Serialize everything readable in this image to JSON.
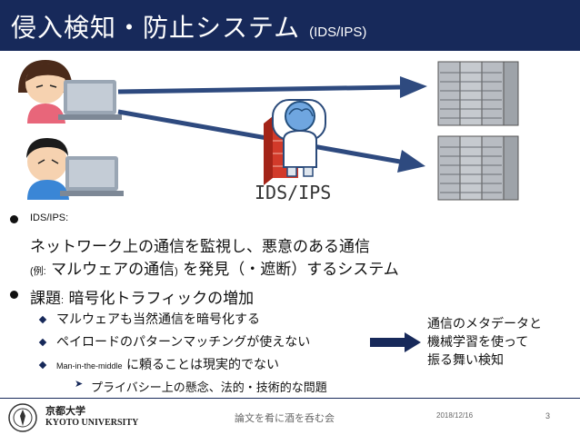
{
  "slide": {
    "title_main": "侵入検知・防止システム",
    "title_sub": "(IDS/IPS)",
    "diagram_label": "IDS/IPS",
    "bullets": {
      "b1_heading": "IDS/IPS:",
      "b1_line1": "ネットワーク上の通信を監視し、悪意のある通信",
      "b1_line2_a": "(例:",
      "b1_line2_b": " マルウェアの通信",
      "b1_line2_c": ")",
      "b1_line2_d": " を発見（・遮断）するシステム",
      "b2_a": "課題",
      "b2_b": ":",
      "b2_c": " 暗号化トラフィックの増加",
      "sub1": "マルウェアも当然通信を暗号化する",
      "sub2": "ペイロードのパターンマッチングが使えない",
      "sub3_a": "Man-in-the-middle",
      "sub3_b": " に頼ることは現実的でない",
      "subsub1": "プライバシー上の懸念、法的・技術的な問題"
    },
    "note": [
      "通信のメタデータと",
      "機械学習を使って",
      "振る舞い検知"
    ]
  },
  "footer": {
    "university_ja": "京都大学",
    "university_en": "KYOTO UNIVERSITY",
    "event": "論文を肴に酒を呑む会",
    "date": "2018/12/16",
    "page": "3"
  },
  "colors": {
    "navy": "#17295a",
    "arrow_blue": "#2e4a7f",
    "firewall_red": "#d23a2a"
  }
}
